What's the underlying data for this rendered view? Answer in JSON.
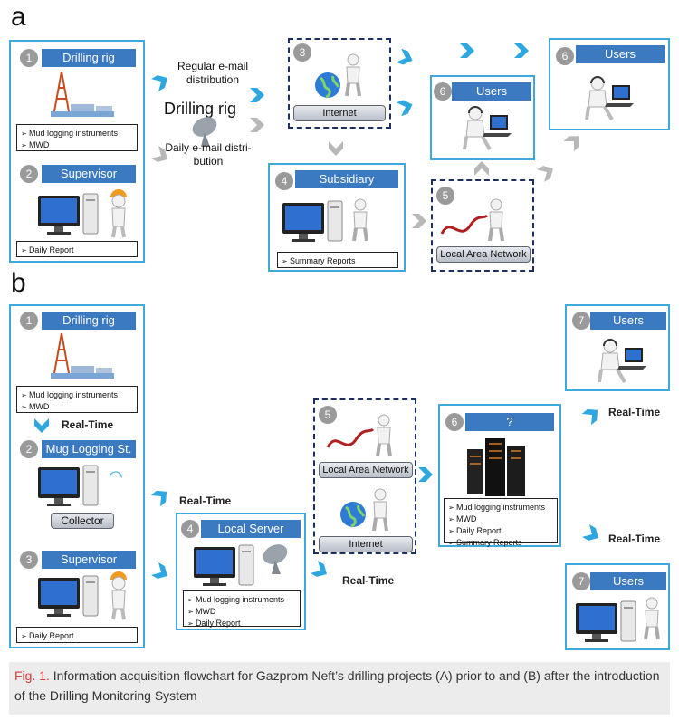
{
  "a": {
    "letter": "a",
    "drilling_rig": {
      "num": "1",
      "title": "Drilling rig",
      "items": [
        "Mud logging instruments",
        "MWD"
      ]
    },
    "supervisor": {
      "num": "2",
      "title": "Supervisor",
      "items": [
        "Daily Report"
      ]
    },
    "regular_email": "Regular e-mail distribution",
    "center_label": "Drilling rig",
    "daily_email": "Daily e-mail distri-bution",
    "internet": {
      "num": "3",
      "label": "Internet"
    },
    "subsidiary": {
      "num": "4",
      "title": "Subsidiary",
      "items": [
        "Summary Reports"
      ]
    },
    "lan": {
      "num": "5",
      "label": "Local Area Network"
    },
    "users_mid": {
      "num": "6",
      "title": "Users"
    },
    "users_top": {
      "num": "6",
      "title": "Users"
    }
  },
  "b": {
    "letter": "b",
    "drilling_rig": {
      "num": "1",
      "title": "Drilling rig",
      "items": [
        "Mud logging instruments",
        "MWD"
      ]
    },
    "realtime_1": "Real-Time",
    "mug": {
      "num": "2",
      "title": "Mug Logging St.",
      "collector": "Collector"
    },
    "supervisor": {
      "num": "3",
      "title": "Supervisor",
      "items": [
        "Daily Report"
      ]
    },
    "realtime_2": "Real-Time",
    "local_server": {
      "num": "4",
      "title": "Local Server",
      "items": [
        "Mud logging instruments",
        "MWD",
        "Daily Report"
      ]
    },
    "realtime_3": "Real-Time",
    "net": {
      "num": "5",
      "lan": "Local Area Network",
      "internet": "Internet"
    },
    "q": {
      "num": "6",
      "title": "?",
      "items": [
        "Mud logging instruments",
        "MWD",
        "Daily Report",
        "Summary Reports"
      ]
    },
    "realtime_4": "Real-Time",
    "realtime_5": "Real-Time",
    "users_top": {
      "num": "7",
      "title": "Users"
    },
    "users_bottom": {
      "num": "7",
      "title": "Users"
    }
  },
  "caption": {
    "fig": "Fig. 1.",
    "text": " Information acquisition flowchart for Gazprom Neft’s drilling projects (A) prior to and (B) after the introduction of the Drilling Monitoring System"
  },
  "colors": {
    "panel_border": "#3fa9dc",
    "header": "#3b79c0",
    "arrow_blue": "#2ea7e0",
    "arrow_gray": "#b8b8b8",
    "figure_label": "#e03a3a"
  }
}
